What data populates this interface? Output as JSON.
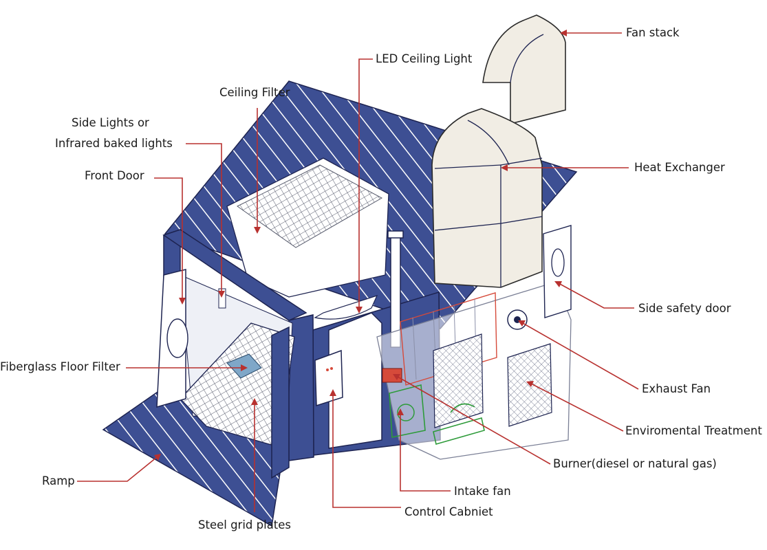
{
  "labels": {
    "fan_stack": "Fan stack",
    "led_ceiling_light": "LED Ceiling Light",
    "ceiling_filter": "Ceiling Filter",
    "side_lights_line1": "Side Lights or",
    "side_lights_line2": "Infrared baked lights",
    "front_door": "Front Door",
    "heat_exchanger": "Heat Exchanger",
    "side_safety_door": "Side safety door",
    "exhaust_fan": "Exhaust Fan",
    "fiberglass_floor_filter": "Fiberglass Floor Filter",
    "enviromental_treatment": "Enviromental Treatment",
    "burner": "Burner(diesel or natural gas)",
    "ramp": "Ramp",
    "intake_fan": "Intake fan",
    "control_cabniet": "Control Cabniet",
    "steel_grid_plates": "Steel grid plates"
  },
  "colors": {
    "booth_blue": "#3d4f93",
    "outline": "#1d2350",
    "leader_line": "#b8312f",
    "duct_fill": "#f1ede4",
    "machinery_green": "#2e9b3a",
    "heater_red": "#d64a3a"
  }
}
